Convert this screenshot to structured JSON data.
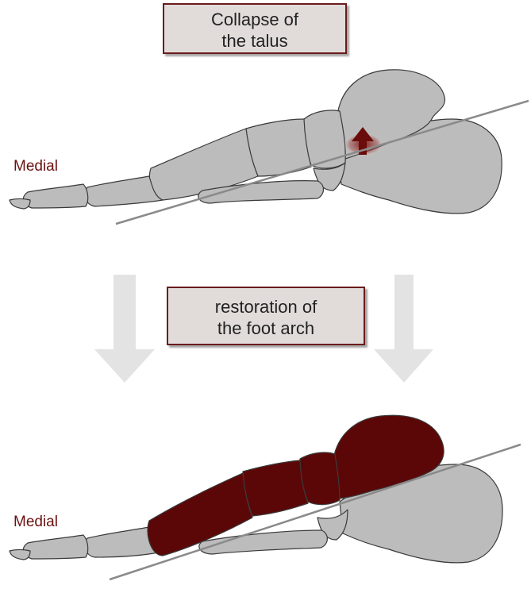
{
  "top_label": {
    "line1": "Collapse of",
    "line2": "the talus"
  },
  "middle_label": {
    "line1": "restoration of",
    "line2": "the foot arch"
  },
  "side_labels": {
    "top": "Medial",
    "bottom": "Medial"
  },
  "colors": {
    "bone_fill": "#bcbcbc",
    "bone_outline": "#3a3a3a",
    "highlight": "#5c0707",
    "label_border": "#6b1b1b",
    "label_fill": "#e1dcda",
    "arrow_gray": "#e3e3e3",
    "axis_line": "#8a8a8a"
  },
  "icons": {
    "collapse_arrow": "up-arrow-icon",
    "transition_arrows": "down-arrow-icon"
  }
}
